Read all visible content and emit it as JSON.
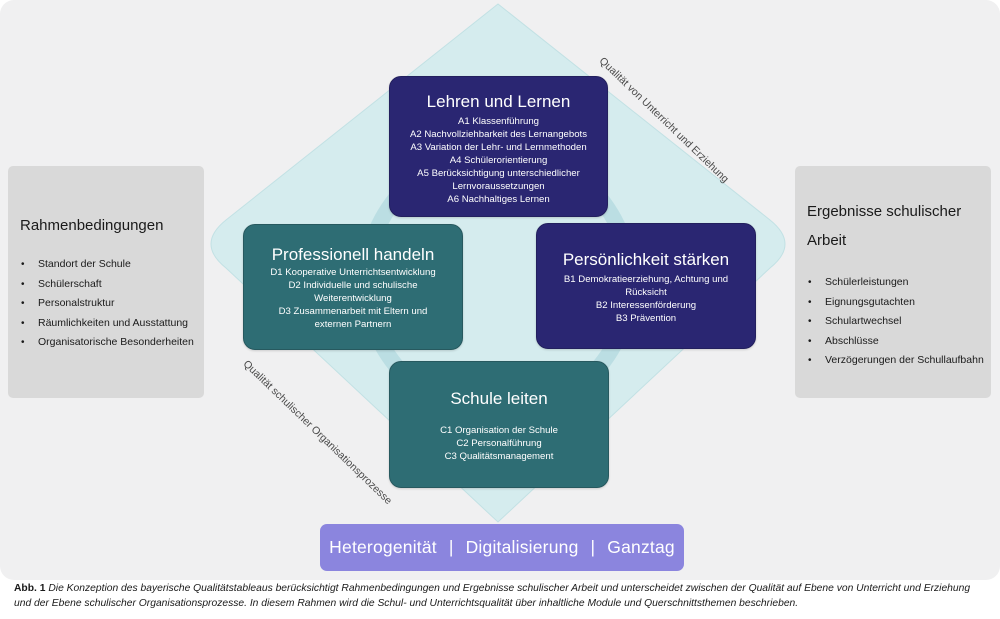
{
  "left_panel": {
    "title": "Rahmenbedingungen",
    "items": [
      "Standort der Schule",
      "Schülerschaft",
      "Personalstruktur",
      "Räumlichkeiten und Ausstattung",
      "Organisatorische Besonderheiten"
    ]
  },
  "right_panel": {
    "title_line1": "Ergebnisse schulischer",
    "title_line2": "Arbeit",
    "items": [
      "Schülerleistungen",
      "Eignungsgutachten",
      "Schulartwechsel",
      "Abschlüsse",
      "Verzögerungen der Schullaufbahn"
    ]
  },
  "modules": {
    "lehren": {
      "title": "Lehren und Lernen",
      "items": [
        "A1 Klassenführung",
        "A2 Nachvollziehbarkeit des Lernangebots",
        "A3 Variation der Lehr- und Lernmethoden",
        "A4 Schülerorientierung",
        "A5 Berücksichtigung unterschiedlicher",
        "Lernvoraussetzungen",
        "A6 Nachhaltiges Lernen"
      ]
    },
    "professionell": {
      "title": "Professionell handeln",
      "items": [
        "D1 Kooperative Unterrichtsentwicklung",
        "D2 Individuelle und schulische",
        "Weiterentwicklung",
        "D3 Zusammenarbeit mit Eltern und",
        "externen Partnern"
      ]
    },
    "persoenlichkeit": {
      "title": "Persönlichkeit stärken",
      "items": [
        "B1 Demokratieerziehung, Achtung und",
        "Rücksicht",
        "B2 Interessenförderung",
        "B3 Prävention"
      ]
    },
    "schule": {
      "title": "Schule leiten",
      "items": [
        "C1 Organisation der Schule",
        "C2 Personalführung",
        "C3 Qualitätsmanagement"
      ]
    }
  },
  "diagonal_labels": {
    "top": "Qualität von Unterricht und Erziehung",
    "bottom": "Qualität schulischer Organisationsprozesse"
  },
  "themes": {
    "t1": "Heterogenität",
    "sep": "|",
    "t2": "Digitalisierung",
    "t3": "Ganztag"
  },
  "caption": {
    "label": "Abb. 1",
    "text": "Die Konzeption des bayerische Qualitätstableaus berücksichtigt Rahmenbedingungen und Ergebnisse schulischer Arbeit und unterscheidet zwischen der Qualität auf Ebene von Unterricht und Erziehung und der Ebene schulischer Organisationsprozesse. In diesem Rahmen wird die Schul- und Unterrichtsqualität über inhaltliche Module und Querschnittsthemen beschrieben."
  },
  "colors": {
    "navy": "#2a2672",
    "teal": "#2e6d74",
    "diamond": "#d5ecee",
    "ring": "#b8dde1",
    "themes_bar": "#8b85de",
    "side_panel": "#d9d9d9"
  }
}
